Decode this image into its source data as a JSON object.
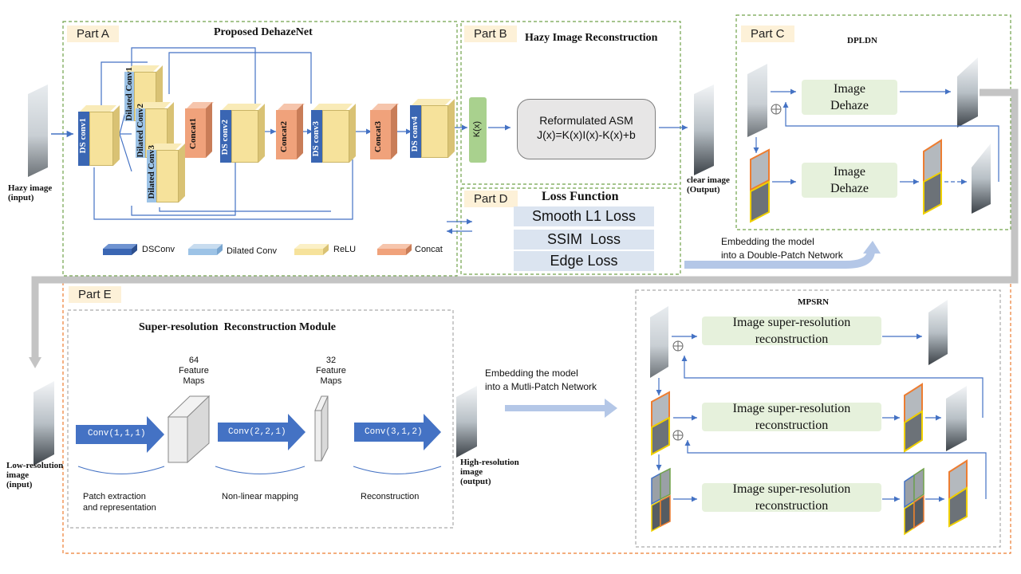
{
  "part_a": {
    "tag": "Part A",
    "title": "Proposed DehazeNet",
    "input_label": "Hazy image\n(input)",
    "blocks": [
      "DS conv1",
      "Dilated Conv1",
      "Dilated Conv2",
      "Dilated Conv3",
      "Concat1",
      "DS conv2",
      "Concat2",
      "DS conv3",
      "Concat3",
      "DS conv4"
    ],
    "legend": [
      "DSConv",
      "Dilated Conv",
      "ReLU",
      "Concat"
    ]
  },
  "part_b": {
    "tag": "Part B",
    "title": "Hazy Image Reconstruction",
    "kx": "K(x)",
    "asm_line1": "Reformulated ASM",
    "asm_line2": "J(x)=K(x)I(x)-K(x)+b",
    "output_label": "clear image\n(Output)"
  },
  "part_c": {
    "tag": "Part C",
    "title": "DPLDN",
    "dehaze_label": "Image\nDehaze",
    "embed_text": "Embedding the model\ninto a Double-Patch Network"
  },
  "part_d": {
    "tag": "Part D",
    "title": "Loss Function",
    "losses": [
      "Smooth L1 Loss",
      "SSIM  Loss",
      "Edge Loss"
    ]
  },
  "part_e": {
    "tag": "Part E",
    "module_title": "Super-resolution  Reconstruction Module",
    "input_label": "Low-resolution\nimage\n(input)",
    "output_label": "High-resolution\nimage\n(output)",
    "conv1": "Conv(1,1,1)",
    "conv2": "Conv(2,2,1)",
    "conv3": "Conv(3,1,2)",
    "fm64": "64\nFeature\nMaps",
    "fm32": "32\nFeature\nMaps",
    "stage1": "Patch extraction\nand representation",
    "stage2": "Non-linear mapping",
    "stage3": "Reconstruction",
    "embed_text": "Embedding the model\ninto a Mutli-Patch Network",
    "mpsrn_title": "MPSRN",
    "sr_label": "Image super-resolution\nreconstruction"
  },
  "colors": {
    "ds_blue": "#3a66b3",
    "dilated_blue": "#9dc3e6",
    "relu_yellow": "#f6e29b",
    "concat_orange": "#f0a27b",
    "green_dash": "#70a24a",
    "orange_dash": "#ed7d31",
    "arrow_blue": "#4472c4"
  }
}
